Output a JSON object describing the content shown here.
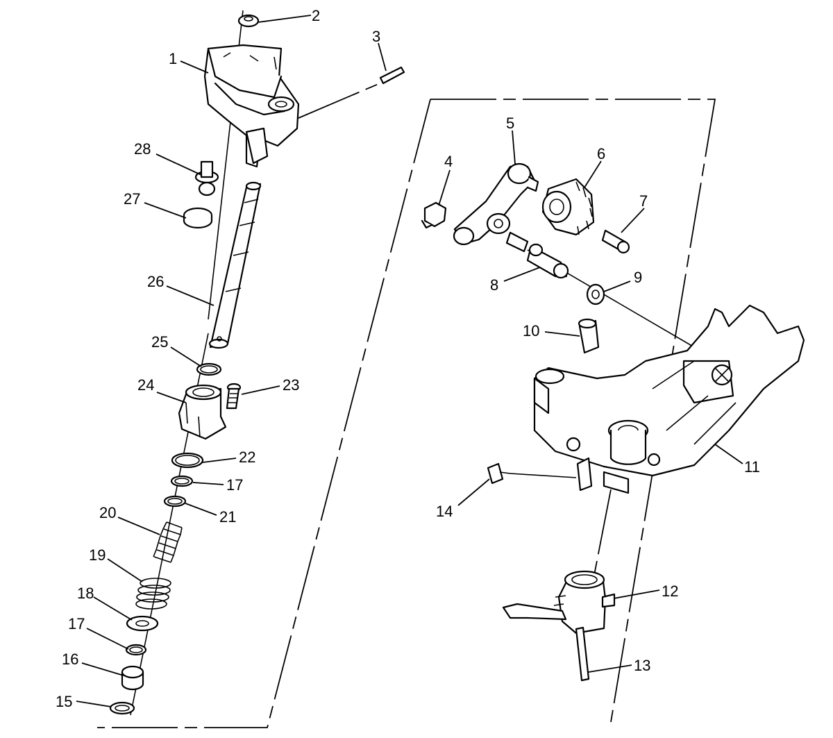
{
  "callouts": {
    "c1": "1",
    "c2": "2",
    "c3": "3",
    "c4": "4",
    "c5": "5",
    "c6": "6",
    "c7": "7",
    "c8": "8",
    "c9": "9",
    "c10": "10",
    "c11": "11",
    "c12": "12",
    "c13": "13",
    "c14": "14",
    "c15": "15",
    "c16": "16",
    "c17a": "17",
    "c17b": "17",
    "c18": "18",
    "c19": "19",
    "c20": "20",
    "c21": "21",
    "c22": "22",
    "c23": "23",
    "c24": "24",
    "c25": "25",
    "c26": "26",
    "c27": "27",
    "c28": "28"
  }
}
